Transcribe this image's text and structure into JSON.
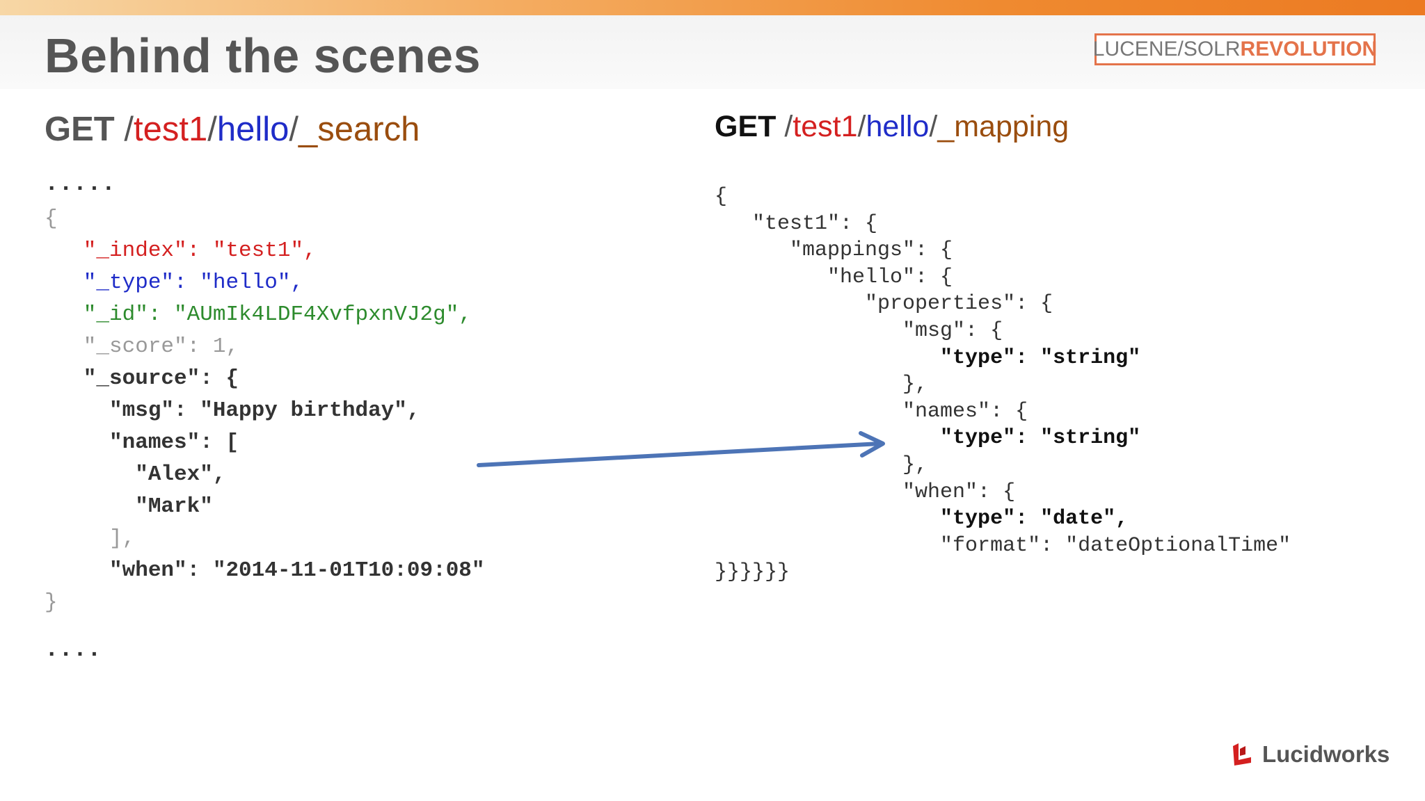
{
  "slide": {
    "title": "Behind the scenes",
    "brand": {
      "part1": "LUCENE/SOLR",
      "part2": "REVOLUTION"
    },
    "footer_brand": "Lucidworks",
    "colors": {
      "accent_orange": "#ef8a30",
      "red": "#d42020",
      "blue": "#1f2cc8",
      "brown": "#9a4d0e",
      "green": "#2d8b2d",
      "arrow": "#4d74b6"
    }
  },
  "left": {
    "endpoint": {
      "verb": "GET",
      "slash1": "/",
      "index": "test1",
      "slash2": "/",
      "type": "hello",
      "slash3": "/",
      "action": "_search"
    },
    "dots_top": ".....",
    "dots_bottom": "....",
    "lines": [
      "{",
      "   \"_index\": \"test1\",",
      "   \"_type\": \"hello\",",
      "   \"_id\": \"AUmIk4LDF4XvfpxnVJ2g\",",
      "   \"_score\": 1,",
      "   \"_source\": {",
      "     \"msg\": \"Happy birthday\",",
      "     \"names\": [",
      "       \"Alex\",",
      "       \"Mark\"",
      "     ],",
      "     \"when\": \"2014-11-01T10:09:08\"",
      "}"
    ]
  },
  "right": {
    "endpoint": {
      "verb": "GET",
      "slash1": "/",
      "index": "test1",
      "slash2": "/",
      "type": "hello",
      "slash3": "/",
      "action": "_mapping"
    },
    "lines": [
      "{",
      "   \"test1\": {",
      "      \"mappings\": {",
      "         \"hello\": {",
      "            \"properties\": {",
      "               \"msg\": {",
      "                  \"type\": \"string\"",
      "               },",
      "               \"names\": {",
      "                  \"type\": \"string\"",
      "               },",
      "               \"when\": {",
      "                  \"type\": \"date\",",
      "                  \"format\": \"dateOptionalTime\"",
      "}}}}}}"
    ]
  }
}
